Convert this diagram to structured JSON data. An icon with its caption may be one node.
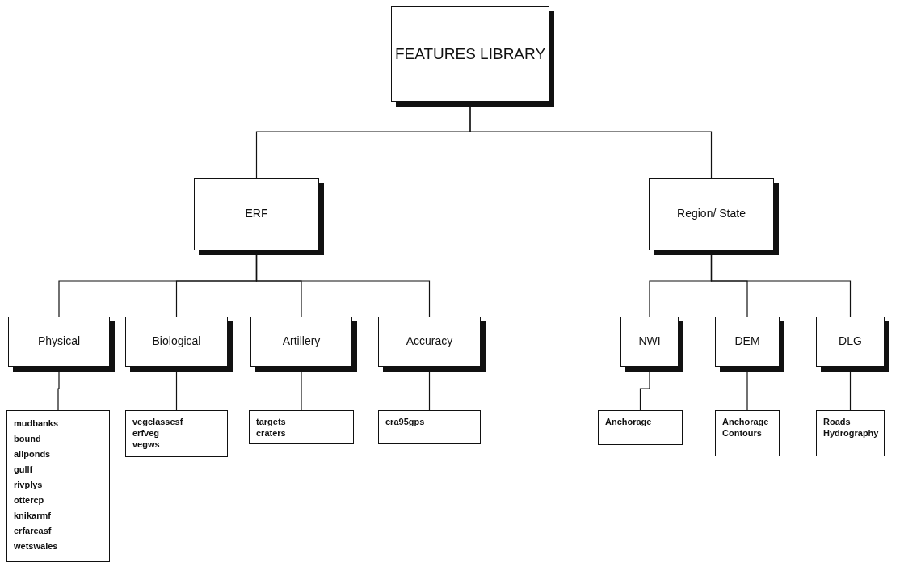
{
  "diagram": {
    "nodes": [
      {
        "text": [
          "FEATURES LIBRARY"
        ]
      },
      {
        "text": [
          "ERF"
        ]
      },
      {
        "text": [
          "Region/ State"
        ]
      },
      {
        "text": [
          "Physical"
        ]
      },
      {
        "text": [
          "Biological"
        ]
      },
      {
        "text": [
          "Artillery"
        ]
      },
      {
        "text": [
          "Accuracy"
        ]
      },
      {
        "text": [
          "NWI"
        ]
      },
      {
        "text": [
          "DEM"
        ]
      },
      {
        "text": [
          "DLG"
        ]
      },
      {
        "text": [
          "mudbanks",
          "bound",
          "allponds",
          "gullf",
          "rivplys",
          "ottercp",
          "knikarmf",
          "erfareasf",
          "wetswales"
        ]
      },
      {
        "text": [
          "vegclassesf",
          "erfveg",
          "vegws"
        ]
      },
      {
        "text": [
          "targets",
          "craters"
        ]
      },
      {
        "text": [
          "cra95gps"
        ]
      },
      {
        "text": [
          "Anchorage"
        ]
      },
      {
        "text": [
          "Anchorage Contours"
        ]
      },
      {
        "text": [
          "Roads",
          "Hydrography"
        ]
      }
    ],
    "edges": [
      {
        "from": 0,
        "to": 1,
        "arrow": "none"
      },
      {
        "from": 0,
        "to": 2,
        "arrow": "none"
      },
      {
        "from": 1,
        "to": 3,
        "arrow": "none"
      },
      {
        "from": 1,
        "to": 4,
        "arrow": "none"
      },
      {
        "from": 1,
        "to": 5,
        "arrow": "none"
      },
      {
        "from": 1,
        "to": 6,
        "arrow": "none"
      },
      {
        "from": 2,
        "to": 7,
        "arrow": "none"
      },
      {
        "from": 2,
        "to": 8,
        "arrow": "none"
      },
      {
        "from": 2,
        "to": 9,
        "arrow": "none"
      },
      {
        "from": 3,
        "to": 10,
        "arrow": "none"
      },
      {
        "from": 4,
        "to": 11,
        "arrow": "none"
      },
      {
        "from": 5,
        "to": 12,
        "arrow": "none"
      },
      {
        "from": 6,
        "to": 13,
        "arrow": "none"
      },
      {
        "from": 7,
        "to": 14,
        "arrow": "none"
      },
      {
        "from": 8,
        "to": 15,
        "arrow": "none"
      },
      {
        "from": 9,
        "to": 16,
        "arrow": "none"
      }
    ]
  }
}
